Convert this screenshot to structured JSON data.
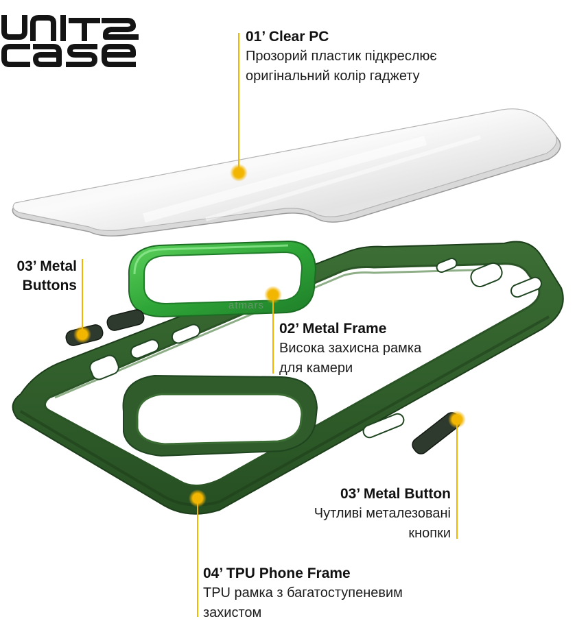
{
  "brand": {
    "logo_line1": "UNIT2",
    "logo_line2": "CASE"
  },
  "watermark": "atmars",
  "colors": {
    "accent": "#f2b500",
    "frame_green": "#2f5c2a",
    "ring_green": "#34b03a"
  },
  "callouts": [
    {
      "id": "clear-pc",
      "title": "01’ Clear PC",
      "desc": [
        "Прозорий пластик підкреслює",
        "оригінальний колір гаджету"
      ]
    },
    {
      "id": "metal-buttons",
      "title": [
        "03’ Metal",
        "Buttons"
      ]
    },
    {
      "id": "metal-frame",
      "title": "02’ Metal Frame",
      "desc": [
        "Висока захисна рамка",
        "для камери"
      ]
    },
    {
      "id": "metal-button",
      "title": "03’ Metal Button",
      "desc": [
        "Чутливі металезовані",
        "кнопки"
      ]
    },
    {
      "id": "tpu-frame",
      "title": "04’ TPU Phone Frame",
      "desc": [
        "TPU рамка з багатоступеневим",
        "захистом"
      ]
    }
  ]
}
